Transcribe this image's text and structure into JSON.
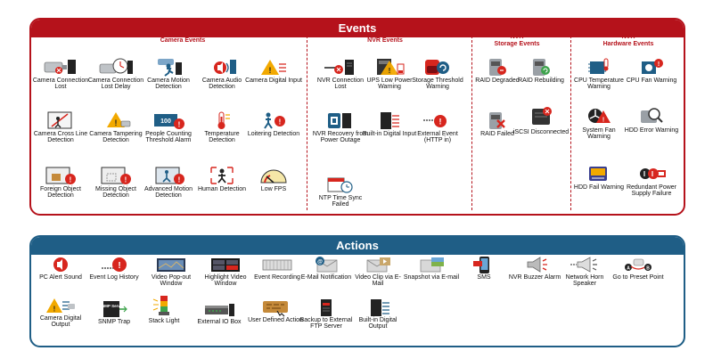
{
  "events": {
    "title": "Events",
    "sections": {
      "camera": "Camera Events",
      "nvr": "NVR Events",
      "storage": "NVR\nStorage Events",
      "hardware": "NVR\nHardware Events"
    },
    "camera_items": [
      {
        "label": "Camera Connection Lost",
        "icon": "camera-connection-lost-icon"
      },
      {
        "label": "Camera Connection Lost Delay",
        "icon": "camera-connection-lost-delay-icon"
      },
      {
        "label": "Camera Motion Detection",
        "icon": "camera-motion-detection-icon"
      },
      {
        "label": "Camera Audio Detection",
        "icon": "camera-audio-detection-icon"
      },
      {
        "label": "Camera Digital Input",
        "icon": "camera-digital-input-icon"
      },
      {
        "label": "Camera Cross Line Detection",
        "icon": "camera-cross-line-detection-icon"
      },
      {
        "label": "Camera Tampering Detection",
        "icon": "camera-tampering-detection-icon"
      },
      {
        "label": "People Counting Threshold Alarm",
        "icon": "people-counting-icon"
      },
      {
        "label": "Temperature Detection",
        "icon": "temperature-detection-icon"
      },
      {
        "label": "Loitering Detection",
        "icon": "loitering-detection-icon"
      },
      {
        "label": "Foreign Object Detection",
        "icon": "foreign-object-detection-icon"
      },
      {
        "label": "Missing Object Detection",
        "icon": "missing-object-detection-icon"
      },
      {
        "label": "Advanced Motion Detection",
        "icon": "advanced-motion-detection-icon"
      },
      {
        "label": "Human Detection",
        "icon": "human-detection-icon"
      },
      {
        "label": "Low FPS",
        "icon": "low-fps-icon"
      }
    ],
    "nvr_items": [
      {
        "label": "NVR Connection Lost",
        "icon": "nvr-connection-lost-icon"
      },
      {
        "label": "UPS Low Power Warning",
        "icon": "ups-low-power-icon"
      },
      {
        "label": "Storage Threshold Warning",
        "icon": "storage-threshold-icon"
      },
      {
        "label": "NVR Recovery from Power Outage",
        "icon": "nvr-recovery-icon"
      },
      {
        "label": "Built-in Digital Input",
        "icon": "built-in-digital-input-icon"
      },
      {
        "label": "External Event (HTTP in)",
        "icon": "external-event-icon"
      },
      {
        "label": "NTP Time Sync Failed",
        "icon": "ntp-time-sync-icon"
      }
    ],
    "storage_items": [
      {
        "label": "RAID Degraded",
        "icon": "raid-degraded-icon"
      },
      {
        "label": "RAID Rebuilding",
        "icon": "raid-rebuilding-icon"
      },
      {
        "label": "RAID Failed",
        "icon": "raid-failed-icon"
      },
      {
        "label": "iSCSI Disconnected",
        "icon": "iscsi-disconnected-icon"
      }
    ],
    "hardware_items": [
      {
        "label": "CPU Temperature Warning",
        "icon": "cpu-temperature-icon"
      },
      {
        "label": "CPU Fan Warning",
        "icon": "cpu-fan-icon"
      },
      {
        "label": "System Fan Warning",
        "icon": "system-fan-icon"
      },
      {
        "label": "HDD Error Warning",
        "icon": "hdd-error-icon"
      },
      {
        "label": "HDD Fail Warning",
        "icon": "hdd-fail-icon"
      },
      {
        "label": "Redundant Power Supply Failure",
        "icon": "redundant-power-icon"
      }
    ]
  },
  "actions": {
    "title": "Actions",
    "items": [
      {
        "label": "PC Alert Sound",
        "icon": "pc-alert-sound-icon"
      },
      {
        "label": "Event Log History",
        "icon": "event-log-history-icon"
      },
      {
        "label": "Video Pop-out Window",
        "icon": "video-popout-icon"
      },
      {
        "label": "Highlight Video Window",
        "icon": "highlight-video-icon"
      },
      {
        "label": "Event Recording",
        "icon": "event-recording-icon"
      },
      {
        "label": "E-Mail Notification",
        "icon": "email-notification-icon"
      },
      {
        "label": "Video Clip via E-Mail",
        "icon": "video-clip-email-icon"
      },
      {
        "label": "Snapshot via E-mail",
        "icon": "snapshot-email-icon"
      },
      {
        "label": "SMS",
        "icon": "sms-icon"
      },
      {
        "label": "NVR Buzzer Alarm",
        "icon": "nvr-buzzer-icon"
      },
      {
        "label": "Network Horn Speaker",
        "icon": "network-horn-icon"
      },
      {
        "label": "Go to Preset Point",
        "icon": "go-to-preset-icon"
      },
      {
        "label": "Camera Digital Output",
        "icon": "camera-digital-output-icon"
      },
      {
        "label": "SNMP Trap",
        "icon": "snmp-trap-icon",
        "badge": "SNMP Server"
      },
      {
        "label": "Stack Light",
        "icon": "stack-light-icon"
      },
      {
        "label": "External IO Box",
        "icon": "external-io-box-icon"
      },
      {
        "label": "User Defined Action",
        "icon": "user-defined-action-icon"
      },
      {
        "label": "Backup to External FTP Server",
        "icon": "backup-ftp-icon"
      },
      {
        "label": "Built-in Digital Output",
        "icon": "built-in-digital-output-icon"
      }
    ]
  },
  "colors": {
    "events": "#b5121b",
    "actions": "#1f5e86",
    "alert": "#d7261e"
  }
}
